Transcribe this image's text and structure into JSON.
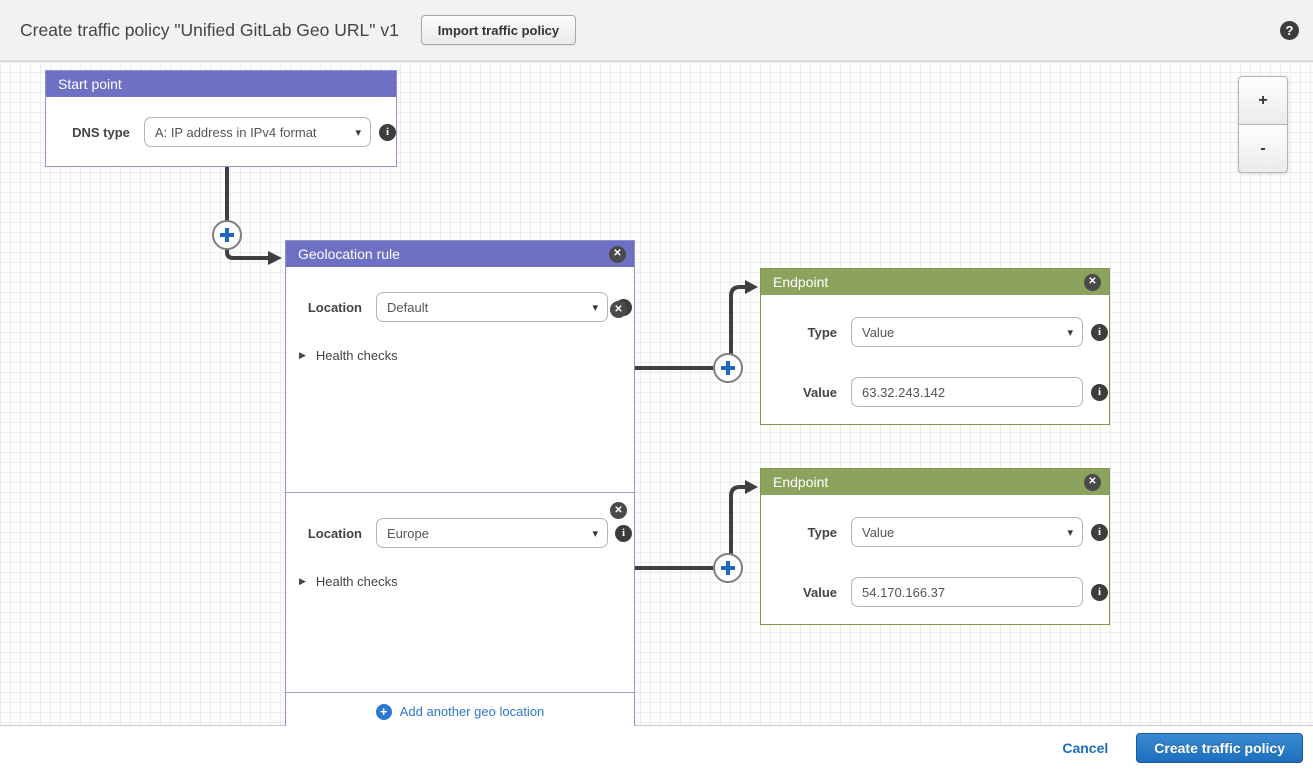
{
  "header": {
    "title": "Create traffic policy \"Unified GitLab Geo URL\" v1",
    "import_button": "Import traffic policy"
  },
  "canvas": {
    "zoom_in": "+",
    "zoom_out": "-",
    "start_point": {
      "title": "Start point",
      "dns_type_label": "DNS type",
      "dns_type_value": "A: IP address in IPv4 format"
    },
    "geolocation_rule": {
      "title": "Geolocation rule",
      "sections": [
        {
          "location_label": "Location",
          "location_value": "Default",
          "health_checks_label": "Health checks"
        },
        {
          "location_label": "Location",
          "location_value": "Europe",
          "health_checks_label": "Health checks"
        }
      ],
      "add_link": "Add another geo location"
    },
    "endpoints": [
      {
        "title": "Endpoint",
        "type_label": "Type",
        "type_value": "Value",
        "value_label": "Value",
        "value_text": "63.32.243.142"
      },
      {
        "title": "Endpoint",
        "type_label": "Type",
        "type_value": "Value",
        "value_label": "Value",
        "value_text": "54.170.166.37"
      }
    ]
  },
  "footer": {
    "cancel": "Cancel",
    "create_button": "Create traffic policy"
  },
  "icons": {
    "close": "✕",
    "info": "i",
    "help": "?",
    "caret": "▾",
    "triangle": "▶",
    "plus": "+"
  },
  "colors": {
    "purple_header": "#6e70c4",
    "green_header": "#8ca35e",
    "link_blue": "#2e77d0",
    "button_blue": "#1e6fbd",
    "connector": "#3f3f3f"
  }
}
